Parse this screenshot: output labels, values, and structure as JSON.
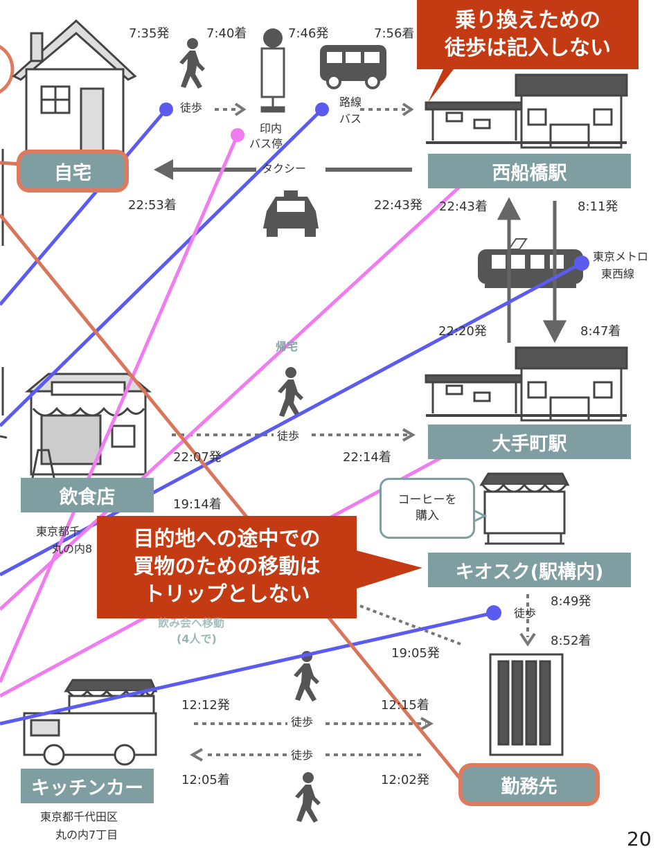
{
  "callout_top": {
    "line1": "乗り換えための",
    "line2": "徒歩は記入しない"
  },
  "callout_mid": {
    "line1": "目的地への途中での",
    "line2": "買物のための移動は",
    "line3": "トリップとしない"
  },
  "places": {
    "home": "自宅",
    "nishifunabashi": "西船橋駅",
    "otemachi": "大手町駅",
    "restaurant": "飲食店",
    "kiosk": "キオスク(駅構内)",
    "office": "勤務先",
    "kitchen_car": "キッチンカー"
  },
  "addresses": {
    "restaurant_line1": "東京都千",
    "restaurant_line2": "丸の内8",
    "kitchen_line1": "東京都千代田区",
    "kitchen_line2": "丸の内7丁目"
  },
  "bus_stop": {
    "line1": "印内",
    "line2": "バス停"
  },
  "modes": {
    "walk": "徒歩",
    "route_bus_line1": "路線",
    "route_bus_line2": "バス",
    "taxi": "タクシー",
    "metro_line1": "東京メトロ",
    "metro_line2": "東西線",
    "return_home": "帰宅",
    "drinking_line1": "飲み会へ移動",
    "drinking_line2": "(4人で)"
  },
  "speech": {
    "line1": "コーヒーを",
    "line2": "購入"
  },
  "times": {
    "t_735": "7:35発",
    "t_740": "7:40着",
    "t_746": "7:46発",
    "t_756": "7:56着",
    "t_2253": "22:53着",
    "t_2243a": "22:43発",
    "t_2243b": "22:43着",
    "t_811": "8:11発",
    "t_2220": "22:20発",
    "t_847": "8:47着",
    "t_2207": "22:07発",
    "t_2214": "22:14着",
    "t_1914": "19:14着",
    "t_849": "8:49発",
    "t_852": "8:52着",
    "t_1905": "19:05発",
    "t_1212": "12:12発",
    "t_1215": "12:15着",
    "t_1205": "12:05着",
    "t_1202": "12:02発"
  },
  "page_number": "20",
  "colors": {
    "label_bg": "#7f9ea1",
    "callout_bg": "#c43a12",
    "highlight_ring": "#e07a5f",
    "blue_line": "#5b5bf0",
    "pink_line": "#f07df0",
    "orange_line": "#d9755a",
    "icon_gray": "#555555"
  }
}
